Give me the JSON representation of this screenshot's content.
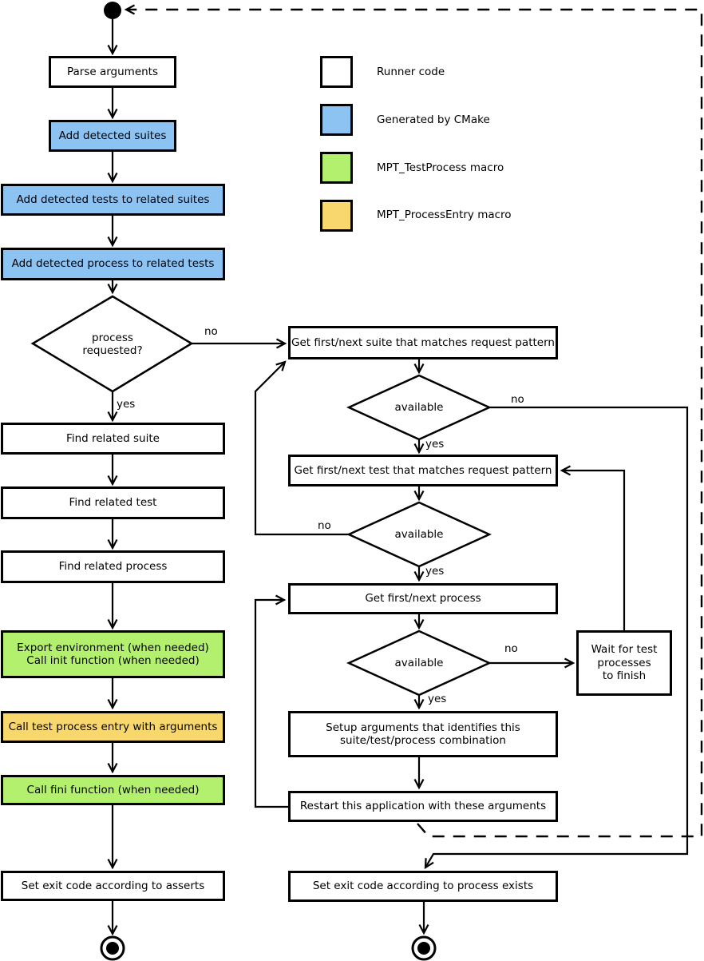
{
  "colors": {
    "runner_code": "#FFFFFF",
    "generated_by_cmake": "#8DC3F2",
    "mpt_testprocess_macro": "#B3F06E",
    "mpt_processentry_macro": "#F8D76C",
    "line": "#000000"
  },
  "legend": {
    "items": [
      {
        "label": "Runner code",
        "color": "#FFFFFF"
      },
      {
        "label": "Generated by CMake",
        "color": "#8DC3F2"
      },
      {
        "label": "MPT_TestProcess macro",
        "color": "#B3F06E"
      },
      {
        "label": "MPT_ProcessEntry macro",
        "color": "#F8D76C"
      }
    ]
  },
  "nodes": {
    "parse_arguments": "Parse arguments",
    "add_detected_suites": "Add detected suites",
    "add_detected_tests": "Add detected tests to related suites",
    "add_detected_process": "Add detected process to related tests",
    "find_related_suite": "Find related suite",
    "find_related_test": "Find related test",
    "find_related_process": "Find related process",
    "export_environment": {
      "line1": "Export environment (when needed)",
      "line2": "Call init function (when needed)"
    },
    "call_test_process_entry": "Call test process entry with arguments",
    "call_fini_function": "Call fini function (when needed)",
    "set_exit_code_asserts": "Set exit code according to asserts",
    "get_first_next_suite": "Get first/next suite that matches request pattern",
    "get_first_next_test": "Get first/next test that matches request pattern",
    "get_first_next_process": "Get first/next process",
    "wait_for_test_processes": {
      "line1": "Wait for test",
      "line2": "processes",
      "line3": "to finish"
    },
    "setup_arguments": {
      "line1": "Setup arguments that identifies this",
      "line2": "suite/test/process combination"
    },
    "restart_application": "Restart this application with these arguments",
    "set_exit_code_process": "Set exit code according to process exists"
  },
  "decisions": {
    "process_requested": {
      "line1": "process",
      "line2": "requested?"
    },
    "suite_available": "available",
    "test_available": "available",
    "process_available": "available"
  },
  "edge_labels": {
    "yes": "yes",
    "no": "no"
  }
}
